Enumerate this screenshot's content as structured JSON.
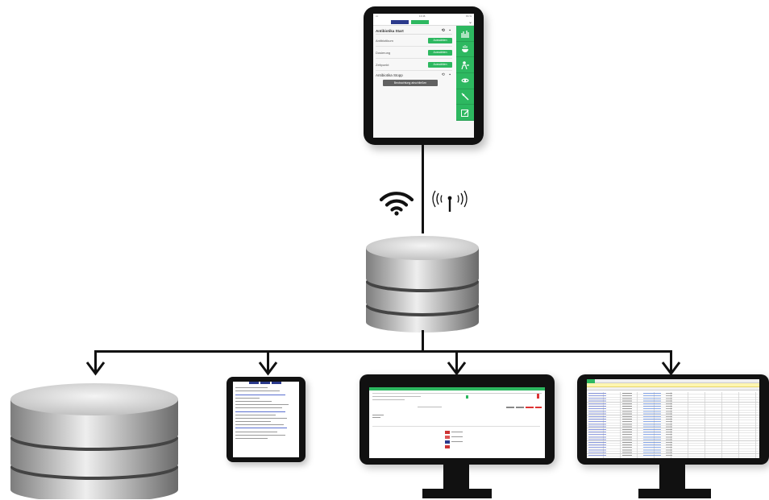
{
  "tablet_app": {
    "status_time": "13:46",
    "status_battery": "84 %",
    "section_title": "Antibiotika Start",
    "section_icons": "⟲ ▪",
    "rows": [
      {
        "label": "Antibiotikum",
        "button": "Auswählen"
      },
      {
        "label": "Dosierung",
        "button": "Auswählen"
      },
      {
        "label": "Zeitpunkt",
        "button": "Auswählen"
      }
    ],
    "section2_title": "Antibiotika Stopp",
    "section2_icons": "⟲ ▪",
    "tooltip": "Beobachtung abschließen",
    "chevron": "⌄"
  },
  "colors": {
    "accent_green": "#2db860",
    "nav_blue": "#2b3a8c",
    "line": "#111111",
    "device_frame": "#111111"
  },
  "icons": {
    "wireless": "wifi-icon",
    "radio": "antenna-icon",
    "database": "database-icon"
  }
}
